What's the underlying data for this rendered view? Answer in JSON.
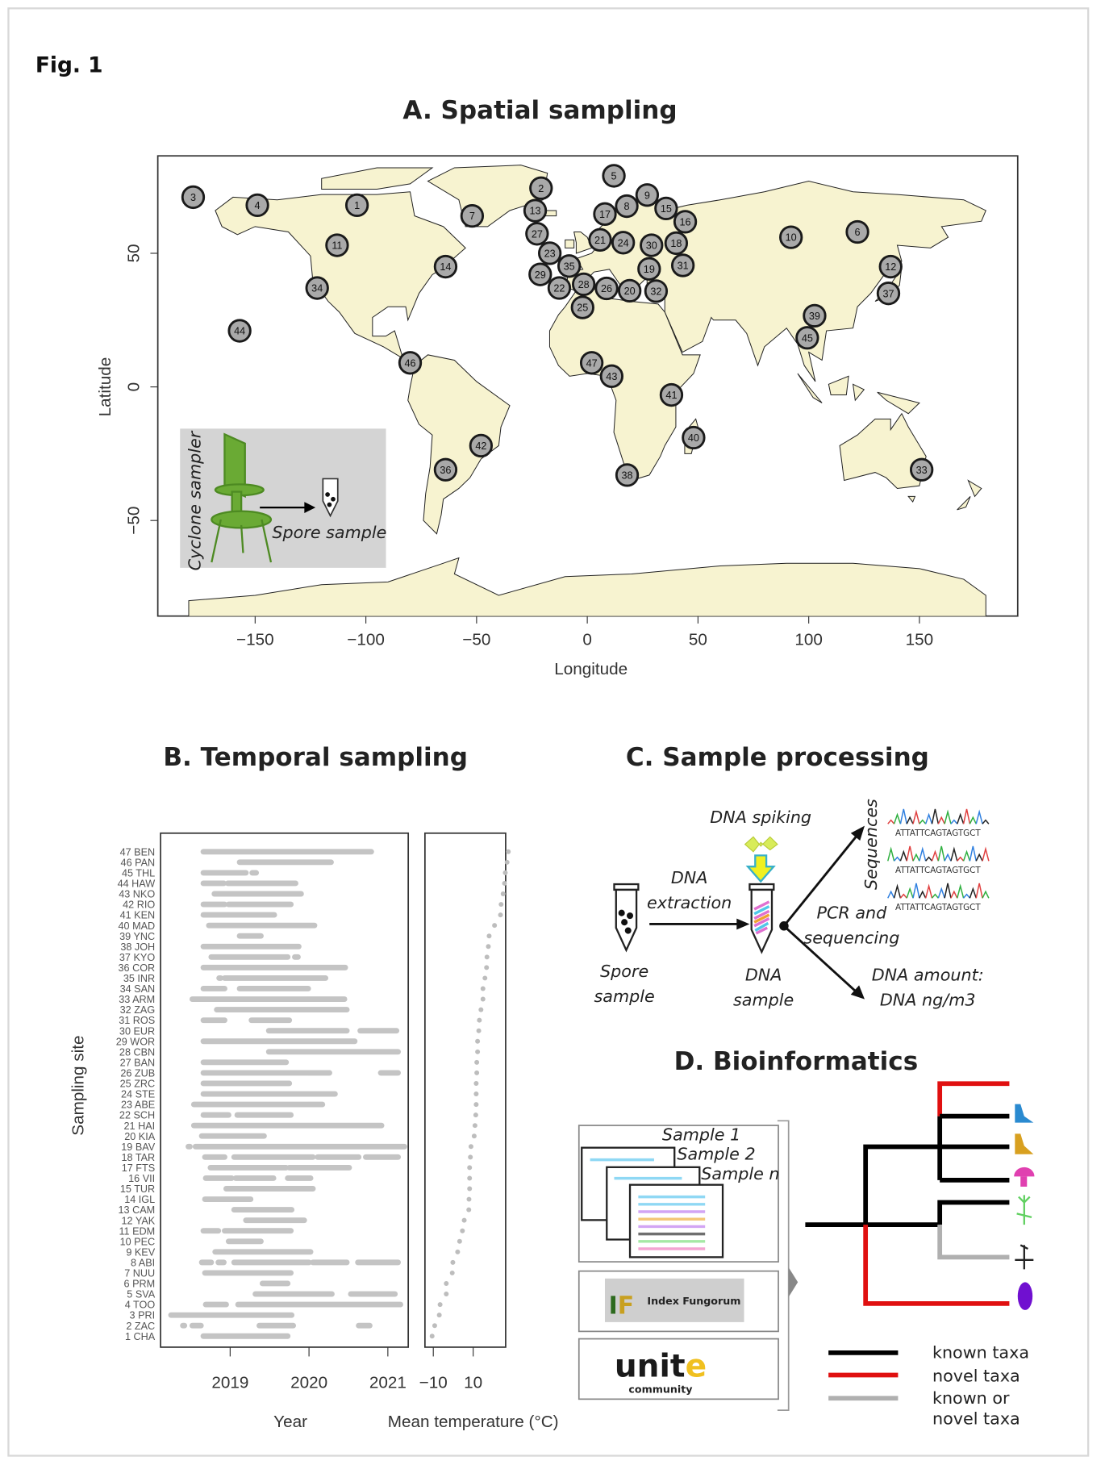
{
  "figure_label": "Fig. 1",
  "panel_a": {
    "title": "A. Spatial sampling",
    "xlabel": "Longitude",
    "ylabel": "Latitude",
    "xticks": [
      -150,
      -100,
      -50,
      0,
      50,
      100,
      150
    ],
    "yticks": [
      50,
      0,
      -50
    ],
    "inset": {
      "sampler_label": "Cyclone sampler",
      "sample_label": "Spore sample"
    },
    "sites": [
      {
        "id": "1",
        "lon": -104,
        "lat": 68
      },
      {
        "id": "2",
        "lon": -21,
        "lat": 74
      },
      {
        "id": "3",
        "lon": -178,
        "lat": 71
      },
      {
        "id": "4",
        "lon": -149,
        "lat": 68
      },
      {
        "id": "5",
        "lon": 12,
        "lat": 79
      },
      {
        "id": "6",
        "lon": 122,
        "lat": 58
      },
      {
        "id": "7",
        "lon": -52,
        "lat": 64
      },
      {
        "id": "8",
        "lon": 19,
        "lat": 68
      },
      {
        "id": "9",
        "lon": 27,
        "lat": 70
      },
      {
        "id": "10",
        "lon": 92,
        "lat": 56
      },
      {
        "id": "11",
        "lon": -113,
        "lat": 53
      },
      {
        "id": "12",
        "lon": 137,
        "lat": 45
      },
      {
        "id": "13",
        "lon": -23,
        "lat": 64
      },
      {
        "id": "14",
        "lon": -64,
        "lat": 45
      },
      {
        "id": "15",
        "lon": 37,
        "lat": 65
      },
      {
        "id": "16",
        "lon": 40,
        "lat": 62
      },
      {
        "id": "17",
        "lon": 9,
        "lat": 65
      },
      {
        "id": "18",
        "lon": 41,
        "lat": 56
      },
      {
        "id": "19",
        "lon": 28,
        "lat": 44
      },
      {
        "id": "20",
        "lon": 19,
        "lat": 36
      },
      {
        "id": "21",
        "lon": 6,
        "lat": 55
      },
      {
        "id": "22",
        "lon": -12,
        "lat": 38
      },
      {
        "id": "23",
        "lon": -19,
        "lat": 50
      },
      {
        "id": "24",
        "lon": 16,
        "lat": 54
      },
      {
        "id": "25",
        "lon": -2,
        "lat": 33
      },
      {
        "id": "26",
        "lon": 8,
        "lat": 37
      },
      {
        "id": "27",
        "lon": -21,
        "lat": 56
      },
      {
        "id": "28",
        "lon": -2,
        "lat": 36
      },
      {
        "id": "29",
        "lon": -20,
        "lat": 45
      },
      {
        "id": "30",
        "lon": 29,
        "lat": 53
      },
      {
        "id": "31",
        "lon": 43,
        "lat": 46
      },
      {
        "id": "32",
        "lon": 31,
        "lat": 36
      },
      {
        "id": "33",
        "lon": 151,
        "lat": -31
      },
      {
        "id": "34",
        "lon": -122,
        "lat": 37
      },
      {
        "id": "35",
        "lon": -9,
        "lat": 44
      },
      {
        "id": "36",
        "lon": -64,
        "lat": -31
      },
      {
        "id": "37",
        "lon": 136,
        "lat": 35
      },
      {
        "id": "38",
        "lon": 18,
        "lat": -33
      },
      {
        "id": "39",
        "lon": 102,
        "lat": 25
      },
      {
        "id": "40",
        "lon": 48,
        "lat": -19
      },
      {
        "id": "41",
        "lon": 38,
        "lat": -3
      },
      {
        "id": "42",
        "lon": -48,
        "lat": -22
      },
      {
        "id": "43",
        "lon": 11,
        "lat": 4
      },
      {
        "id": "44",
        "lon": -157,
        "lat": 21
      },
      {
        "id": "45",
        "lon": 100,
        "lat": 20
      },
      {
        "id": "46",
        "lon": -80,
        "lat": 9
      },
      {
        "id": "47",
        "lon": 2,
        "lat": 9
      }
    ]
  },
  "panel_b": {
    "title": "B. Temporal sampling",
    "ylabel": "Sampling site",
    "xlabel_year": "Year",
    "xlabel_temp": "Mean temperature (°C)",
    "year_ticks": [
      2019,
      2020,
      2021
    ],
    "temp_ticks": [
      -10,
      10
    ],
    "rows": [
      {
        "label": "47 BEN",
        "periods": [
          [
            2018.66,
            2020.79
          ]
        ],
        "temp": 27.6
      },
      {
        "label": "46 PAN",
        "periods": [
          [
            2019.12,
            2020.28
          ]
        ],
        "temp": 27.0
      },
      {
        "label": "45 THL",
        "periods": [
          [
            2018.66,
            2019.2
          ],
          [
            2019.28,
            2019.33
          ]
        ],
        "temp": 26.1
      },
      {
        "label": "44 HAW",
        "periods": [
          [
            2018.66,
            2018.92
          ],
          [
            2018.97,
            2019.83
          ]
        ],
        "temp": 25.7
      },
      {
        "label": "43 NKO",
        "periods": [
          [
            2018.8,
            2019.9
          ]
        ],
        "temp": 25.0
      },
      {
        "label": "42 RIO",
        "periods": [
          [
            2018.66,
            2018.93
          ],
          [
            2018.98,
            2019.77
          ]
        ],
        "temp": 24.0
      },
      {
        "label": "41 KEN",
        "periods": [
          [
            2018.66,
            2019.56
          ]
        ],
        "temp": 23.7
      },
      {
        "label": "40 MAD",
        "periods": [
          [
            2018.73,
            2020.07
          ]
        ],
        "temp": 20.7
      },
      {
        "label": "39 YNC",
        "periods": [
          [
            2019.12,
            2019.39
          ]
        ],
        "temp": 18.0
      },
      {
        "label": "38 JOH",
        "periods": [
          [
            2018.66,
            2019.87
          ]
        ],
        "temp": 17.6
      },
      {
        "label": "37 KYO",
        "periods": [
          [
            2018.76,
            2019.73
          ],
          [
            2019.82,
            2019.86
          ]
        ],
        "temp": 16.9
      },
      {
        "label": "36 COR",
        "periods": [
          [
            2018.66,
            2020.46
          ]
        ],
        "temp": 16.7
      },
      {
        "label": "35 INR",
        "periods": [
          [
            2018.86,
            2018.88
          ],
          [
            2018.93,
            2020.21
          ]
        ],
        "temp": 15.9
      },
      {
        "label": "34 SAN",
        "periods": [
          [
            2018.66,
            2018.93
          ],
          [
            2019.12,
            2019.99
          ]
        ],
        "temp": 14.9
      },
      {
        "label": "33 ARM",
        "periods": [
          [
            2018.52,
            2020.45
          ]
        ],
        "temp": 14.9
      },
      {
        "label": "32 ZAG",
        "periods": [
          [
            2018.83,
            2020.48
          ]
        ],
        "temp": 13.9
      },
      {
        "label": "31 ROS",
        "periods": [
          [
            2018.66,
            2018.93
          ],
          [
            2019.27,
            2019.75
          ]
        ],
        "temp": 13.1
      },
      {
        "label": "30 EUR",
        "periods": [
          [
            2019.49,
            2020.48
          ],
          [
            2020.65,
            2021.11
          ]
        ],
        "temp": 12.8
      },
      {
        "label": "29 WOR",
        "periods": [
          [
            2018.66,
            2020.58
          ]
        ],
        "temp": 12.2
      },
      {
        "label": "28 CBN",
        "periods": [
          [
            2019.49,
            2021.13
          ]
        ],
        "temp": 12.2
      },
      {
        "label": "27 BAN",
        "periods": [
          [
            2018.66,
            2019.71
          ]
        ],
        "temp": 11.8
      },
      {
        "label": "26 ZUB",
        "periods": [
          [
            2018.66,
            2020.26
          ],
          [
            2020.91,
            2021.13
          ]
        ],
        "temp": 11.8
      },
      {
        "label": "25 ZRC",
        "periods": [
          [
            2018.66,
            2019.75
          ]
        ],
        "temp": 11.5
      },
      {
        "label": "24 STE",
        "periods": [
          [
            2018.66,
            2020.33
          ]
        ],
        "temp": 11.5
      },
      {
        "label": "23 ABE",
        "periods": [
          [
            2018.54,
            2020.17
          ]
        ],
        "temp": 11.5
      },
      {
        "label": "22 SCH",
        "periods": [
          [
            2018.66,
            2018.98
          ],
          [
            2019.09,
            2019.77
          ]
        ],
        "temp": 11.3
      },
      {
        "label": "21 HAI",
        "periods": [
          [
            2018.54,
            2020.92
          ]
        ],
        "temp": 10.9
      },
      {
        "label": "20 KIA",
        "periods": [
          [
            2018.64,
            2019.43
          ]
        ],
        "temp": 10.5
      },
      {
        "label": "19 BAV",
        "periods": [
          [
            2018.47,
            2018.49
          ],
          [
            2018.56,
            2021.21
          ]
        ],
        "temp": 8.9
      },
      {
        "label": "18 TAR",
        "periods": [
          [
            2018.68,
            2018.93
          ],
          [
            2019.05,
            2020.05
          ],
          [
            2020.11,
            2020.63
          ],
          [
            2020.72,
            2021.13
          ]
        ],
        "temp": 8.6
      },
      {
        "label": "17 FTS",
        "periods": [
          [
            2018.75,
            2019.71
          ],
          [
            2019.75,
            2020.51
          ]
        ],
        "temp": 8.2
      },
      {
        "label": "16 VII",
        "periods": [
          [
            2018.69,
            2019.02
          ],
          [
            2019.07,
            2019.55
          ],
          [
            2019.73,
            2020.02
          ]
        ],
        "temp": 8.2
      },
      {
        "label": "15 TUR",
        "periods": [
          [
            2018.95,
            2020.05
          ]
        ],
        "temp": 8.2
      },
      {
        "label": "14 IGL",
        "periods": [
          [
            2018.68,
            2019.26
          ]
        ],
        "temp": 7.9
      },
      {
        "label": "13 CAM",
        "periods": [
          [
            2019.05,
            2019.78
          ]
        ],
        "temp": 7.8
      },
      {
        "label": "12 YAK",
        "periods": [
          [
            2019.2,
            2019.94
          ]
        ],
        "temp": 5.5
      },
      {
        "label": "11 EDM",
        "periods": [
          [
            2018.66,
            2018.85
          ],
          [
            2018.93,
            2019.77
          ]
        ],
        "temp": 4.6
      },
      {
        "label": "10 PEC",
        "periods": [
          [
            2018.98,
            2019.39
          ]
        ],
        "temp": 3.2
      },
      {
        "label": "9 KEV",
        "periods": [
          [
            2018.81,
            2020.02
          ]
        ],
        "temp": 2.2
      },
      {
        "label": "8 ABI",
        "periods": [
          [
            2018.64,
            2018.76
          ],
          [
            2018.85,
            2018.92
          ],
          [
            2019.05,
            2020.0
          ],
          [
            2020.05,
            2020.48
          ],
          [
            2020.62,
            2021.13
          ]
        ],
        "temp": -0.2
      },
      {
        "label": "7 NUU",
        "periods": [
          [
            2018.68,
            2019.77
          ]
        ],
        "temp": -0.5
      },
      {
        "label": "6 PRM",
        "periods": [
          [
            2019.41,
            2019.73
          ]
        ],
        "temp": -3.5
      },
      {
        "label": "5 SVA",
        "periods": [
          [
            2019.32,
            2020.29
          ],
          [
            2020.53,
            2021.09
          ]
        ],
        "temp": -3.5
      },
      {
        "label": "4 TOO",
        "periods": [
          [
            2018.69,
            2018.95
          ],
          [
            2019.1,
            2021.16
          ]
        ],
        "temp": -6.6
      },
      {
        "label": "3 PRI",
        "periods": [
          [
            2018.25,
            2019.78
          ]
        ],
        "temp": -7.0
      },
      {
        "label": "2 ZAC",
        "periods": [
          [
            2018.4,
            2018.42
          ],
          [
            2018.52,
            2018.63
          ],
          [
            2019.37,
            2019.8
          ],
          [
            2020.63,
            2020.77
          ]
        ],
        "temp": -9.3
      },
      {
        "label": "1 CHA",
        "periods": [
          [
            2018.66,
            2019.73
          ]
        ],
        "temp": -10.6
      }
    ]
  },
  "panel_c": {
    "title": "C. Sample processing",
    "dna_spiking": "DNA spiking",
    "dna_extraction_1": "DNA",
    "dna_extraction_2": "extraction",
    "spore_sample_1": "Spore",
    "spore_sample_2": "sample",
    "dna_sample_1": "DNA",
    "dna_sample_2": "sample",
    "pcr_1": "PCR and",
    "pcr_2": "sequencing",
    "sequences": "Sequences",
    "sequence_text": "ATTATTCAGTAGTGCT",
    "dna_amount_1": "DNA amount:",
    "dna_amount_2": "DNA ng/m3"
  },
  "panel_d": {
    "title": "D. Bioinformatics",
    "sample_1": "Sample 1",
    "sample_2": "Sample 2",
    "sample_n": "Sample n",
    "index_fungorum": "Index Fungorum",
    "index_fungorum_logo": "IF",
    "unite_main": "unit",
    "unite_e": "e",
    "unite_sub": "community",
    "legend": [
      {
        "label": "known taxa",
        "color": "#000000"
      },
      {
        "label": "novel taxa",
        "color": "#e01010"
      },
      {
        "label": "known or",
        "label2": "novel taxa",
        "color": "#b0b0b0"
      }
    ]
  }
}
